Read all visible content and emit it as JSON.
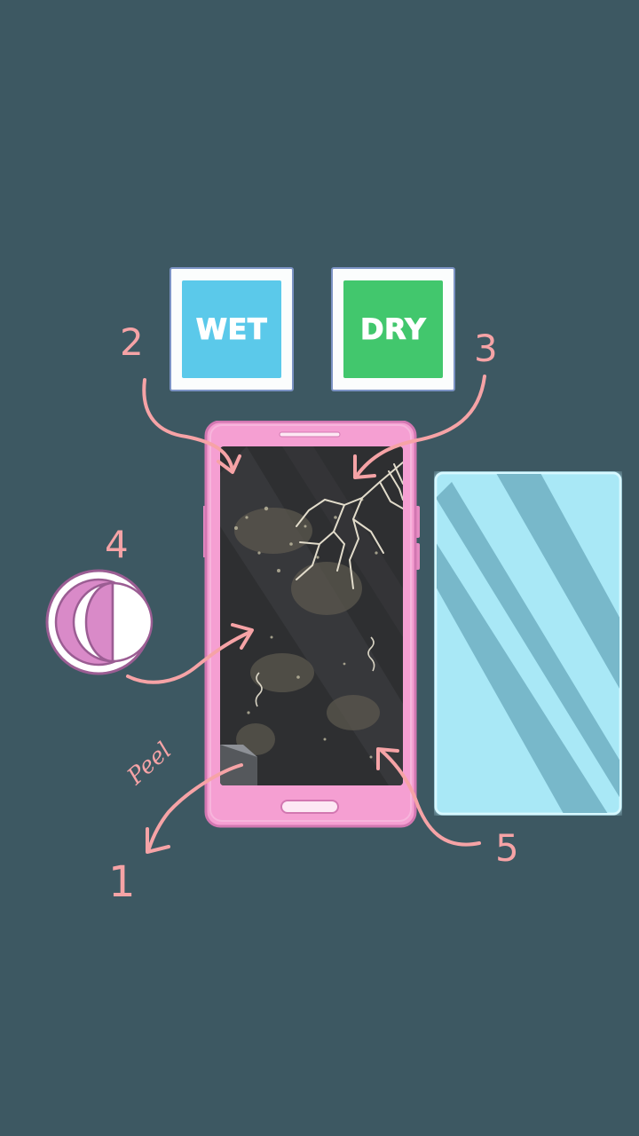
{
  "cards": {
    "wet": {
      "label": "WET",
      "color": "#5bc9ea"
    },
    "dry": {
      "label": "DRY",
      "color": "#42c76d"
    }
  },
  "steps": {
    "one": "1",
    "two": "2",
    "three": "3",
    "four": "4",
    "five": "5"
  },
  "peel_label": "Peel",
  "colors": {
    "background": "#3d5862",
    "annotation": "#f6a3a6",
    "phone_body": "#f59fd2",
    "glass": "#a9e8f6",
    "tool": "#d98ac8"
  },
  "icons": {
    "tool_4": "half-moon-wipe-icon",
    "glass": "screen-protector-glass",
    "phone": "phone-with-cracked-screen"
  }
}
